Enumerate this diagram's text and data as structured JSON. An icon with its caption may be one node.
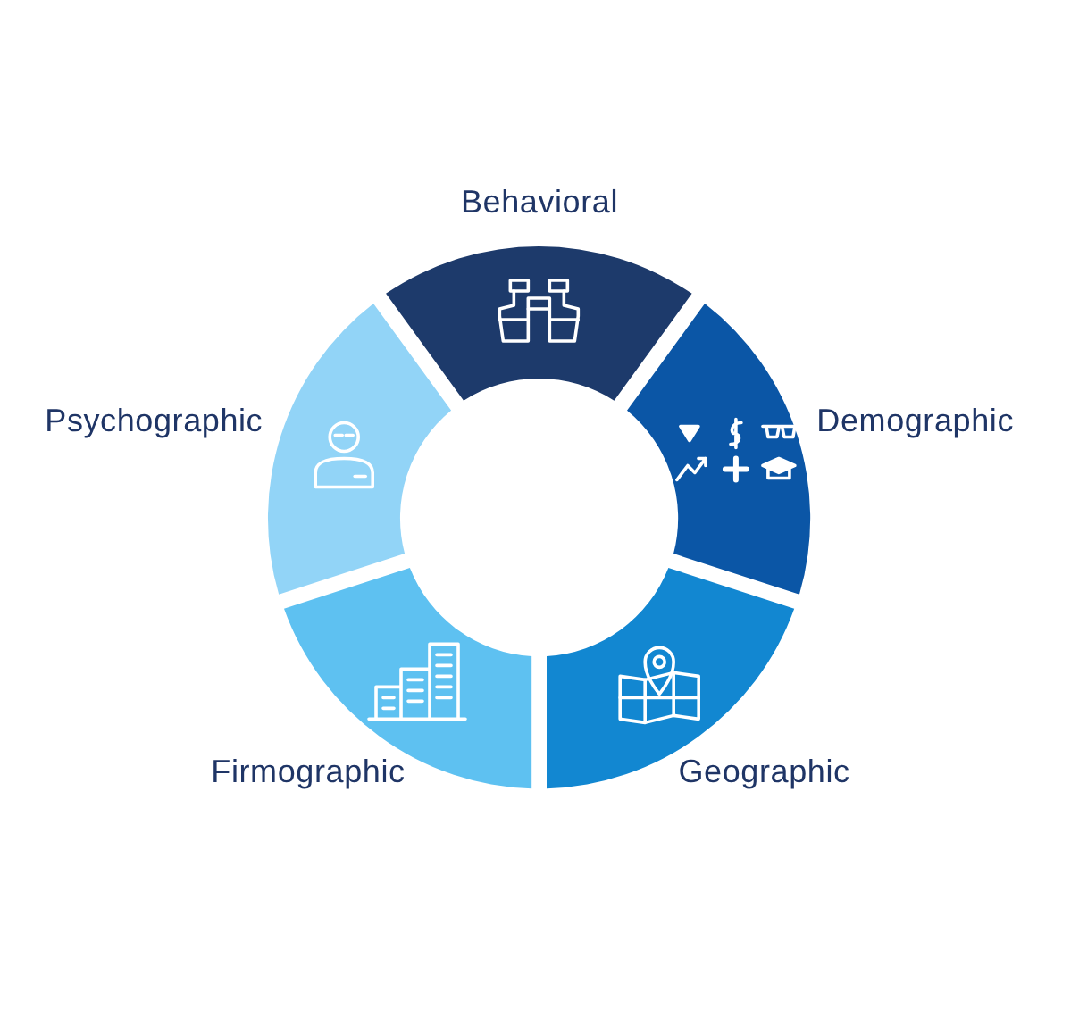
{
  "diagram": {
    "nodes": [
      {
        "text": [
          "Behavioral"
        ]
      },
      {
        "text": [
          "Demographic"
        ]
      },
      {
        "text": [
          "Geographic"
        ]
      },
      {
        "text": [
          "Firmographic"
        ]
      },
      {
        "text": [
          "Psychographic"
        ]
      }
    ]
  }
}
